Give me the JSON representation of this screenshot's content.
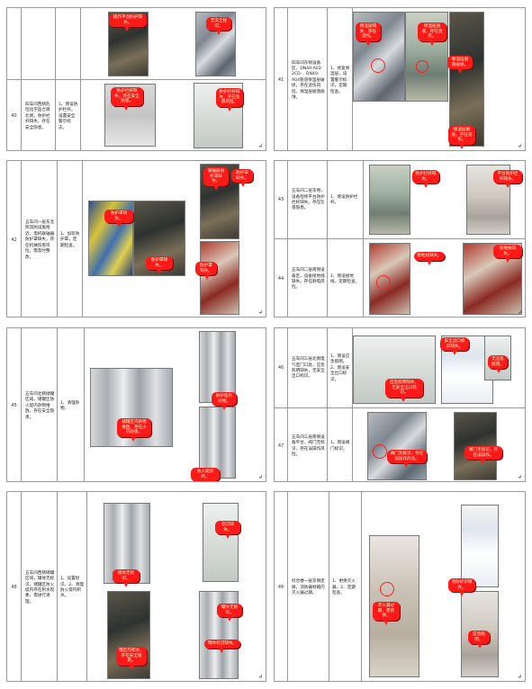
{
  "pages": [
    {
      "page_mark": "↲",
      "rows": [
        {
          "num": "",
          "desc": "",
          "fix": "",
          "callouts": [
            "操作平台防护缺失。",
            "无安全标识。"
          ]
        },
        {
          "num": "40",
          "desc": "四车间西侧危险化学品仓库北侧，防护栏杆缺失，存在安全隐患。",
          "fix": "1、增设防护栏杆，设置安全警示标志。",
          "callouts": [
            "防护栏杆缺失，存在安全隐患。",
            "防护栏杆缺失，存在坠落风险。"
          ]
        }
      ]
    },
    {
      "page_mark": "↲",
      "rows": [
        {
          "num": "41",
          "desc": "四车间东侧设备区，DN40-A03-2CD-、DN40-A04管道保温层破损，存在烫伤风险，保温层脱落腐蚀。",
          "fix": "1、修复保温层，设置警示标识，定期检查。",
          "callouts": [
            "保温层缺失，存在烫伤。",
            "保温层脱落，存在烫伤。",
            "保温层脱落破损。",
            "保温层脱落，存在烫伤。"
          ]
        }
      ]
    },
    {
      "page_mark": "↲",
      "rows": [
        {
          "num": "42",
          "desc": "五车间一层东北侧消防设施附近，电机联轴器防护罩缺失，存在机械伤害风险，需及时整改。",
          "fix": "1、加装防护罩，定期检查。",
          "callouts": [
            "防护罩缺失。",
            "防护罩缺失。",
            "联轴器防护罩缺失。",
            "防护罩缺失。",
            "防护罩缺失。"
          ]
        }
      ]
    },
    {
      "page_mark": "↲",
      "rows": [
        {
          "num": "43",
          "desc": "五车间二层东侧，设备检修平台防护栏杆缺失，存在坠落隐患。",
          "fix": "1、增设防护栏杆。",
          "callouts": [
            "防护栏杆缺失。",
            "平台防护栏杆缺失。"
          ]
        },
        {
          "num": "44",
          "desc": "五车间二层南侧设备区，设备接地线缺失，存在静电风险。",
          "fix": "1、增设接地线，定期检查。",
          "callouts": [
            "接地线缺失。",
            "接地线缺失。"
          ]
        }
      ]
    },
    {
      "page_mark": "↲",
      "rows": [
        {
          "num": "45",
          "desc": "五车间北侧储罐区域，储罐区防火堤内杂物堆放，存在安全隐患。",
          "fix": "1、清理杂物。",
          "callouts": [
            "防护堤内杂物。",
            "储罐区内杂物堆放，存在火灾隐患。",
            "防火堤损坏。"
          ]
        }
      ]
    },
    {
      "page_mark": "↲",
      "rows": [
        {
          "num": "46",
          "desc": "五车间三层北侧电气室门口处，应急照明缺失，无安全出口标识。",
          "fix": "1、增设应急照明。2、增设安全出口标识。",
          "callouts": [
            "应急照明缺失，无安全出口标识。",
            "安全出口标识缺失。",
            "无应急照明。"
          ]
        },
        {
          "num": "47",
          "desc": "五车间三层南侧设备平台，阀门无标识，存在误操作风险。",
          "fix": "1、增设阀门标识。",
          "callouts": [
            "阀门无标识，存在误操作风险。",
            "阀门无标识，存在误操作。"
          ]
        }
      ]
    },
    {
      "page_mark": "↲",
      "rows": [
        {
          "num": "48",
          "desc": "五车间西侧储罐区域，罐体无标识，储罐区防火堤内存在积水现象，需进行清理。",
          "fix": "1、设置标识。2、清理防火堤内积水。",
          "callouts": [
            "罐体无标识。",
            "标识缺失。",
            "罐体无标识。",
            "罐区内积水，存在安全隐患。",
            "罐体标识缺失。"
          ]
        }
      ]
    },
    {
      "page_mark": "↲",
      "rows": [
        {
          "num": "49",
          "desc": "综合楼一层东侧走廊，消防器材箱内灭火器过期。",
          "fix": "1、更换灭火器。2、定期检查。",
          "callouts": [
            "灭火器过期，需更换。",
            "消防标识缺失。",
            "应急照明。"
          ]
        }
      ]
    }
  ]
}
